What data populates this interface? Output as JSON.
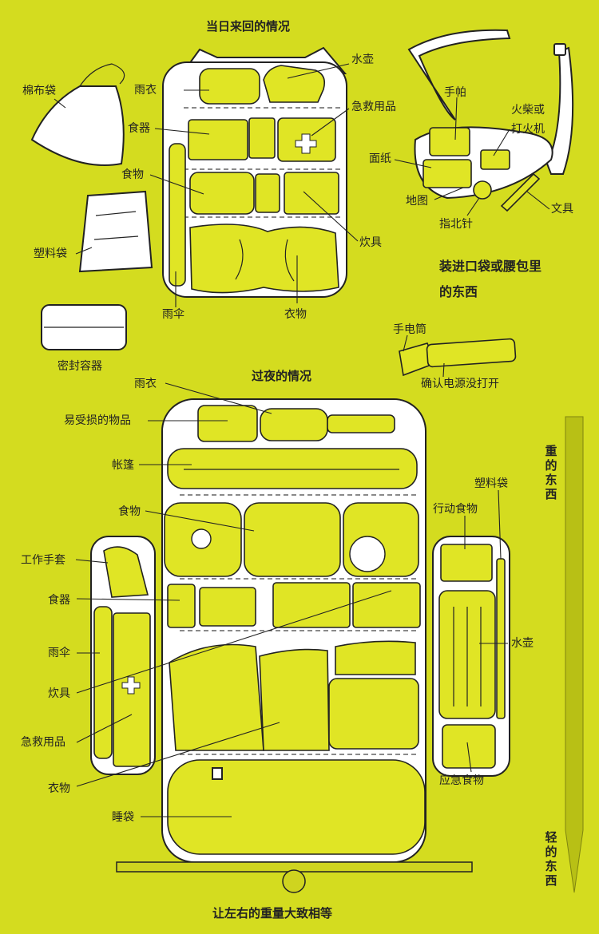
{
  "titles": {
    "day_trip": "当日来回的情况",
    "overnight": "过夜的情况",
    "pocket_line1": "装进口袋或腰包里",
    "pocket_line2": "的东西",
    "balance": "让左右的重量大致相等",
    "heavy": "重的东西",
    "light": "轻的东西"
  },
  "day_labels": {
    "cloth_bag": "棉布袋",
    "raincoat": "雨衣",
    "water_bottle": "水壶",
    "first_aid": "急救用品",
    "tableware": "食器",
    "food": "食物",
    "cookware": "炊具",
    "umbrella": "雨伞",
    "clothes": "衣物",
    "plastic_bag": "塑料袋",
    "sealed_container": "密封容器"
  },
  "pocket_labels": {
    "handkerchief": "手帕",
    "lighter_line1": "火柴或",
    "lighter_line2": "打火机",
    "tissue": "面纸",
    "map": "地图",
    "compass": "指北针",
    "stationery": "文具"
  },
  "night_labels": {
    "flashlight": "手电筒",
    "check_power": "确认电源没打开",
    "raincoat": "雨衣",
    "fragile": "易受损的物品",
    "tent": "帐篷",
    "food": "食物",
    "gloves": "工作手套",
    "tableware": "食器",
    "umbrella": "雨伞",
    "cookware": "炊具",
    "first_aid": "急救用品",
    "clothes": "衣物",
    "sleeping_bag": "睡袋",
    "plastic_bag": "塑料袋",
    "trail_food": "行动食物",
    "water_bottle": "水壶",
    "emergency_food": "应急食物"
  },
  "colors": {
    "background": "#d4dc1f",
    "pack": "#ffffff",
    "item": "#e0e525",
    "ink": "#222222",
    "arrow": "#b8c015"
  }
}
